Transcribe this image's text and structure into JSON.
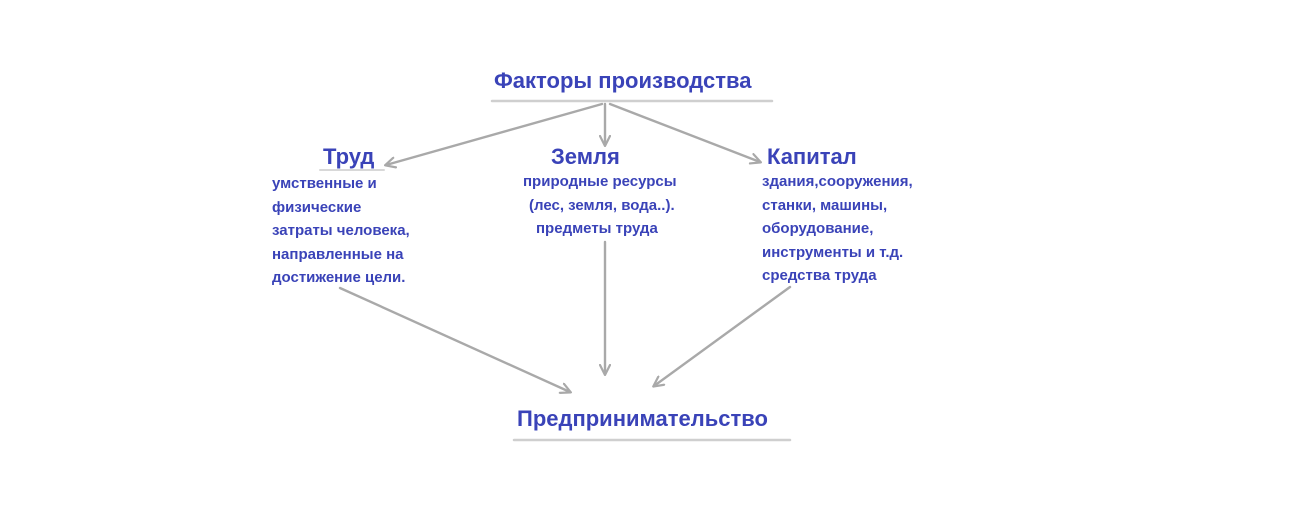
{
  "diagram": {
    "root": {
      "label": "Факторы производства"
    },
    "factors": [
      {
        "id": "trud",
        "label": "Труд",
        "description": [
          "умственные и",
          "физические",
          "затраты человека,",
          "направленные на",
          "достижение цели."
        ]
      },
      {
        "id": "zemlya",
        "label": "Земля",
        "description": [
          "природные ресурсы",
          "(лес, земля, вода..).",
          "предметы труда"
        ]
      },
      {
        "id": "kapital",
        "label": "Капитал",
        "description": [
          "здания,сооружения,",
          "станки, машины,",
          "оборудование,",
          "инструменты и т.д.",
          "средства труда"
        ]
      }
    ],
    "result": {
      "label": "Предпринимательство"
    },
    "colors": {
      "text": "#3a43b8",
      "arrow": "#a9a9a9",
      "underline": "#cfcfcf"
    }
  }
}
